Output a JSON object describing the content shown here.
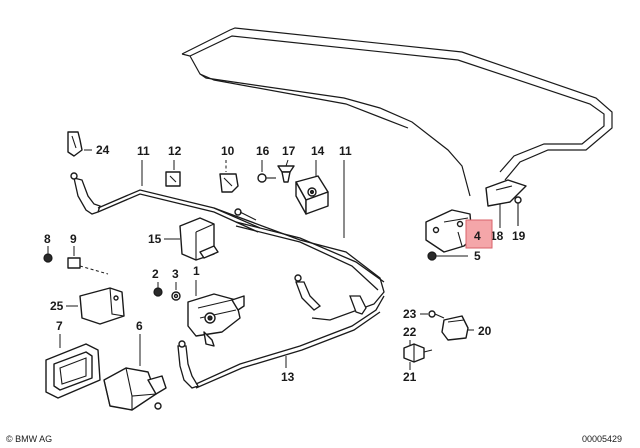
{
  "labels": {
    "p1": "1",
    "p2": "2",
    "p3": "3",
    "p4": "4",
    "p5": "5",
    "p6": "6",
    "p7": "7",
    "p8": "8",
    "p9": "9",
    "p10": "10",
    "p11a": "11",
    "p11b": "11",
    "p12": "12",
    "p13": "13",
    "p14": "14",
    "p15": "15",
    "p16": "16",
    "p17": "17",
    "p18": "18",
    "p19": "19",
    "p20": "20",
    "p21": "21",
    "p22": "22",
    "p23": "23",
    "p24": "24",
    "p25": "25"
  },
  "highlight": {
    "part": "4",
    "color": "#f4a6a9"
  },
  "footer": {
    "brand": "© BMW AG",
    "code": "00005429"
  }
}
